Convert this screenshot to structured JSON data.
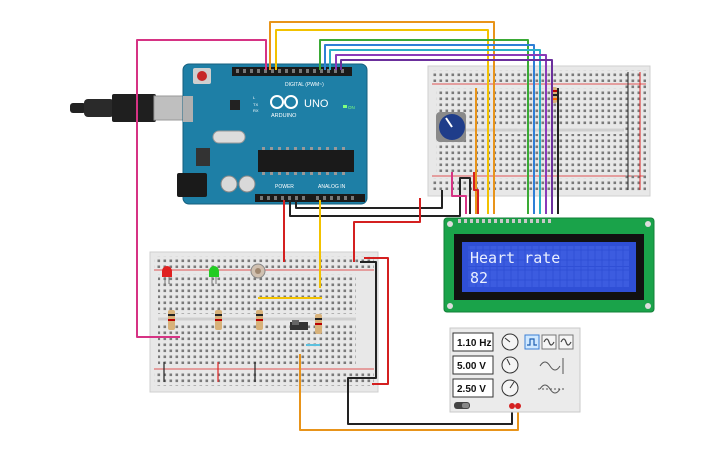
{
  "arduino": {
    "brand": "ARDUINO",
    "model": "UNO",
    "digital_label": "DIGITAL (PWM~)",
    "power_label": "POWER",
    "analog_label": "ANALOG IN",
    "on_label": "ON",
    "tx_label": "TX",
    "rx_label": "RX",
    "l_label": "L"
  },
  "lcd": {
    "line1": "Heart rate",
    "line2": "82",
    "backlight_color": "#2f4fd6"
  },
  "function_generator": {
    "frequency": "1.10 Hz",
    "amplitude": "5.00 V",
    "offset": "2.50 V",
    "waveform_options": [
      "square",
      "sine",
      "triangle"
    ],
    "selected_waveform": "square"
  },
  "leds": {
    "red": "#e02020",
    "green": "#22cc22"
  },
  "colors": {
    "board": "#1e7fa6",
    "breadboard": "#e8e8e8",
    "wire_pink": "#d63384",
    "wire_orange": "#e8941a",
    "wire_yellow": "#f2c200",
    "wire_green": "#3aaa35",
    "wire_blue": "#2f7fd6",
    "wire_cyan": "#2bb0c8",
    "wire_purple": "#8a3ab9",
    "wire_red": "#d42020",
    "wire_black": "#222222"
  }
}
